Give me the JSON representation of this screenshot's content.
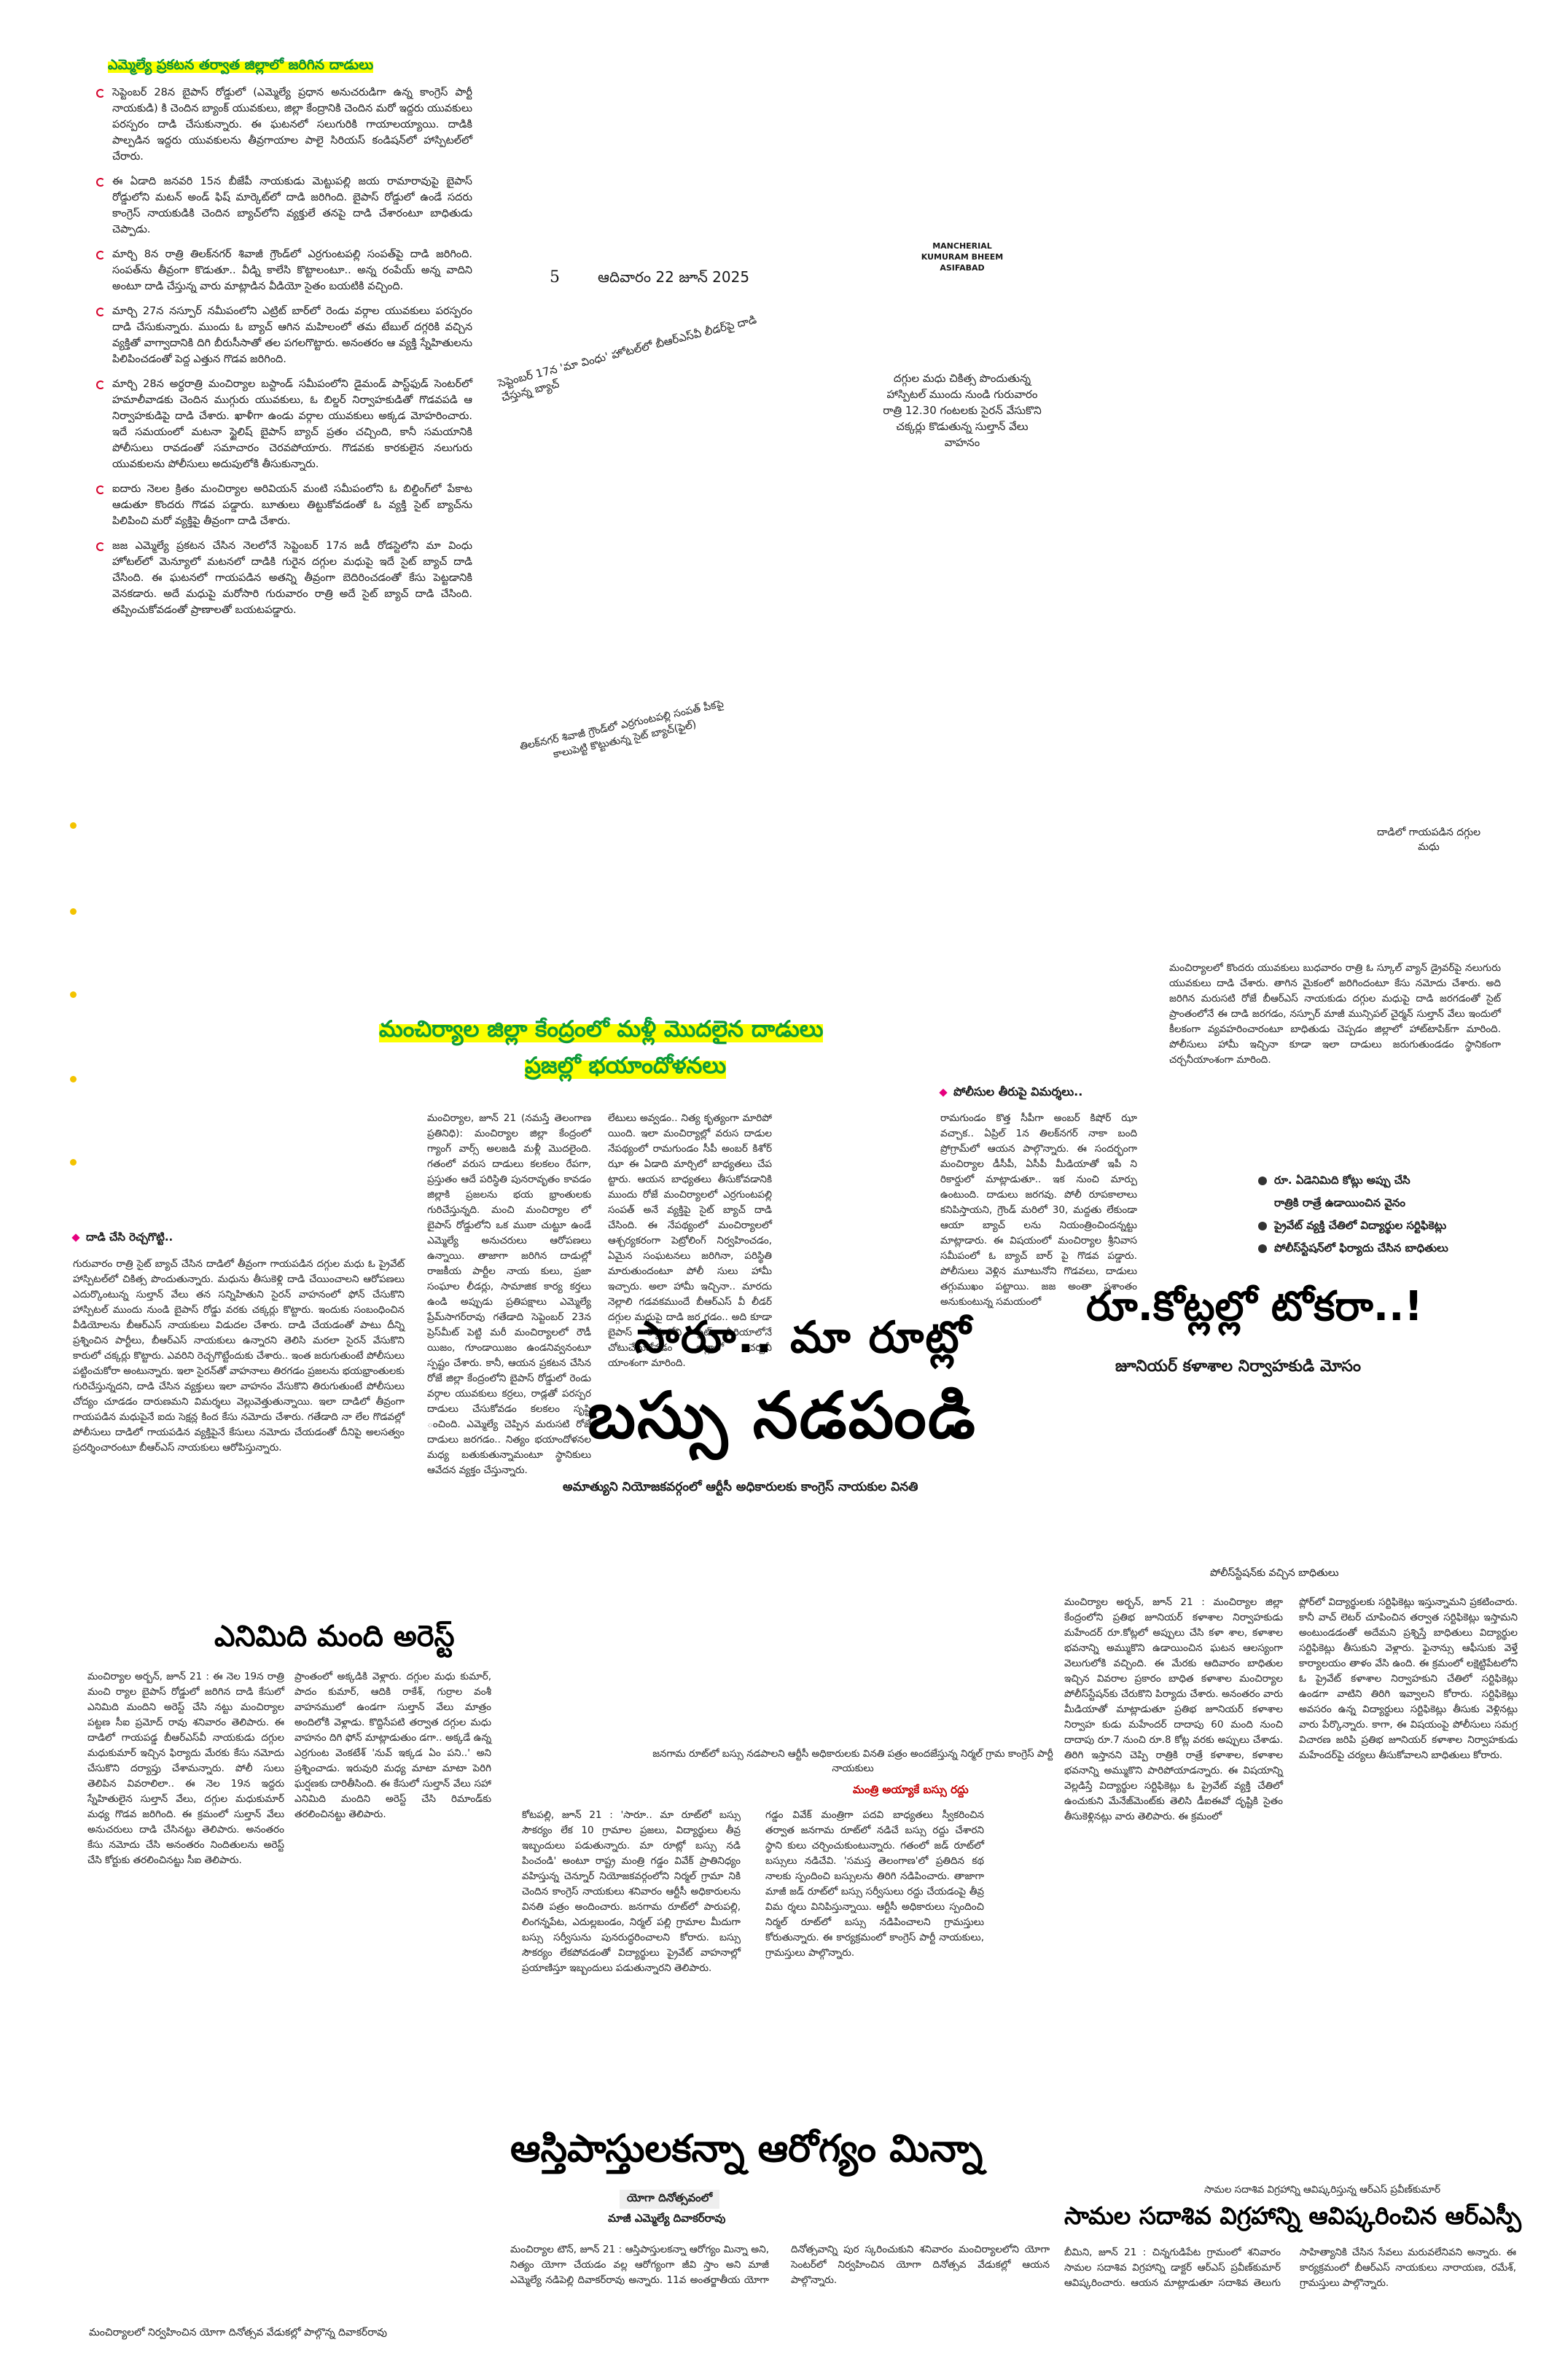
{
  "top_left": {
    "kicker": "ఎమ్మెల్యే ప్రకటన తర్వాత జిల్లాలో జరిగిన దాడులు",
    "items": [
      "సెప్టెంబర్ 28న బైపాస్ రోడ్డులో (ఎమ్మెల్యే ప్రధాన అనుచరుడిగా ఉన్న కాంగ్రెస్ పార్టీ నాయకుడి) కి చెందిన బ్యాంక్ యువకులు, జిల్లా కేంద్రానికి చెందిన మరో ఇద్దరు యువకులు పరస్పరం దాడి చేసుకున్నారు. ఈ ఘటనలో సలుగురికి గాయాలయ్యాయి. దాడికి పాల్పడిన ఇద్దరు యువకులను తీవ్రగాయాల పాలై సిరియస్ కండిషన్‌లో హాస్పిటల్‌లో చేరారు.",
      "ఈ ఏడాది జనవరి 15న బీజేపీ నాయకుడు మెట్టుపల్లి జయ రామారావుపై బైపాస్ రోడ్డులోని మటన్ అండ్ ఫిష్ మార్కెట్‌లో దాడి జరిగింది. బైపాస్ రోడ్డులో ఉండే సదరు కాంగ్రెస్ నాయకుడికి చెందిన బ్యాచ్‌లోని వ్యక్తులే తనపై దాడి చేశారంటూ బాధితుడు చెప్పాడు.",
      "మార్చి 8న రాత్రి తిలక్‌నగర్ శివాజీ గ్రౌండ్‌లో ఎర్రగుంటపల్లి సంపత్‌పై దాడి జరిగింది. సంపత్‌ను తీవ్రంగా కొడుతూ.. వీడ్ని కాలేసి కొట్టాలంటూ.. అన్న రంపేయ్ అన్న వాదిని అంటూ దాడి చేస్తున్న వారు మాట్లాడిన వీడియో సైతం బయటికి వచ్చింది.",
      "మార్చి 27న నస్పూర్ నమీపంలోని ఎట్రిట్ బార్‌లో రెండు వర్గాల యువకులు పరస్పరం దాడి చేసుకున్నారు. ముందు ఓ బ్యాచ్ ఆగిన మహిలంలో తమ టేబుల్ దగ్గరికి వచ్చిన వ్యక్తితో వాగ్వాదానికి దిగి బీరుసీసాతో తల పగలగొట్టారు. అనంతరం ఆ వ్యక్తి స్నేహితులను పిలిపించడంతో పెద్ద ఎత్తున గొడవ జరిగింది.",
      "మార్చి 28న అర్ధరాత్రి మంచిర్యాల బస్టాండ్ సమీపంలోని డైమండ్ పాస్ట్‌ఫుడ్ సెంటర్‌లో హమాలీవాడకు చెందిన ముగ్గురు యువకులు, ఓ బిల్డర్ నిర్వాహకుడితో గొడవపడి ఆ నిర్వాహకుడిపై దాడి చేశారు. ఖాళీగా ఉండు వర్గాల యువకులు అక్కడ మోహరించారు. ఇదే సమయంలో మటనా స్టైలిష్ బైపాస్ బ్యాచ్ ప్రతం చచ్చింది, కానీ సమయానికి పోలీసులు రావడంతో సమాచారం చెరవపోయారు. గొడవకు కారకులైన నలుగురు యువకులను పోలీసులు అదుపులోకి తీసుకున్నారు.",
      "ఐదారు నెలల క్రితం మంచిర్యాల అరివియన్ మంటి సమీపంలోని ఓ బిల్డింగ్‌లో పేకాట ఆడుతూ కొందరు గొడవ పడ్డారు. బూతులు తిట్టుకోవడంతో ఓ వ్యక్తి సైట్ బ్యాచ్‌ను పిలిపించి మరో వ్యక్తిపై తీవ్రంగా దాడి చేశారు.",
      "జజ ఎమ్మెల్యే ప్రకటన చేసిన నెలలోనే సెప్టెంబర్ 17న జడీ రోడస్టెలోని మా వింధు హోటల్‌లో మెన్యూలో మటనలో దాడికి గురైన దగ్గుల మధుపై ఇదే సైట్ బ్యాచ్ దాడి చేసింది. ఈ ఘటనలో గాయపడిన అతన్ని తీవ్రంగా బెదిరించడంతో కేసు పెట్టడానికి వెనకడారు. అదే మధుపై మరోసారి గురువారం రాత్రి అదే సైట్ బ్యాచ్ దాడి చేసింది. తప్పించుకోవడంతో ప్రాణాలతో బయటపడ్డారు."
    ]
  },
  "masthead": {
    "page_no": "5",
    "date": "ఆదివారం 22 జూన్ 2025",
    "edition_line1": "MANCHERIAL",
    "edition_line2": "KUMURAM BHEEM",
    "edition_line3": "ASIFABAD"
  },
  "photo_captions": {
    "rotated_top": "సెప్టెంబర్ 17న 'మా వింధు' హోటల్‌లో బీఆర్‌ఎస్‌వీ లీడర్‌పై దాడి చేస్తున్న బ్యాచ్",
    "hospital": "దగ్గుల మధు చికిత్స పొందుతున్న హాస్పిటల్ ముందు నుండి గురువారం రాత్రి 12.30 గంటలకు సైరన్ వేసుకొని చక్కర్లు కొడుతున్న సుల్తాన్ వేలు వాహనం",
    "rotated_bottom": "తిలక్‌నగర్ శివాజీ గ్రౌండ్‌లో ఎర్రగుంటపల్లి సంపత్ పీకపై కాలుపెట్టి కొట్టుతున్న సైట్ బ్యాచ్(ఫైల్)",
    "injured": "దాడిలో గాయపడిన దగ్గుల మధు"
  },
  "story_main": {
    "headline1": "మంచిర్యాల జిల్లా కేంద్రంలో మళ్లీ మొదలైన దాడులు",
    "headline2": "ప్రజల్లో భయాందోళనలు",
    "police_kicker": "పోలీసుల తీరుపై విమర్శలు..",
    "col1": "మంచిర్యాల, జూన్ 21 (నమస్తే తెలంగాణ ప్రతినిధి): మంచిర్యాల జిల్లా కేంద్రంలో గ్యాంగ్ వార్స్ అలజడి మళ్లీ మొదలైంది. గతంలో వరుస దాడులు కలకలం రేపగా, ప్రస్తుతం ఆదే పరిస్థితి పునరావృతం కావడం జిల్లాకి ప్రజలను భయ భ్రాంతులకు గురిచేస్తున్నది. మంచి మంచిర్యాల లో బైపాస్ రోడ్డులోని ఒక ముఠా చుట్టూ ఉండే ఎమ్మెల్యే అనుచరులు ఆరోపణలు ఉన్నాయి. తాజాగా జరిగిన దాడుల్లో రాజకీయ పార్టీల నాయ కులు, ప్రజా సంఘాల లీడర్లు, సామాజిక కార్య కర్తలు ఉండి అప్పుడు ప్రతిపక్షాలు ఎమ్మెల్యే ప్రేమ్‌సాగర్‌రావు గతేడాది సెప్టెంబర్ 23న ప్రెస్‌మీట్ పెట్టి మరీ మంచిర్యాలలో రౌడీ యిజం, గూండాయిజం ఉండనివ్వనంటూ స్పష్టం చేశారు. కానీ, ఆయన ప్రకటన చేసిన రోజే జిల్లా కేంద్రంలోని బైపాస్ రోడ్డులో రెండు వర్గాల యువకులు కర్రలు, రాడ్లతో పరస్పర దాడులు చేసుకోవడం కలకలం సృష్టి ంచింది. ఎమ్మెల్యే చెప్పిన మరుసటి రోజే దాడులు జరగడం.. నిత్యం భయాందోళనల మధ్య బతుకుతున్నామంటూ స్థానికులు ఆవేదన వ్యక్తం చేస్తున్నారు.",
    "col2": "లేటులు అవ్వడం.. నిత్య కృత్యంగా మారిపో యింది. ఇలా మంచిర్యాల్లో వరుస దాడుల నేపథ్యంలో రామగుండం సీపీ అంబర్ కిశోర్ ఝా ఈ ఏడాది మార్చిలో బాధ్యతలు చేప ట్టారు. ఆయన బాధ్యతలు తీసుకోవడానికి ముందు రోజే మంచిర్యాలలో ఎర్రగుంటపల్లి సంపత్ అనే వ్యక్తిపై సైట్ బ్యాచ్ దాడి చేసింది. ఈ నేపథ్యంలో మంచిర్యాలలో ఆశ్చర్యకరంగా పెట్రోలింగ్ నిర్వహించడం, ఏమైన సంఘటనలు జరిగినా, పరిస్థితి మారుతుందంటూ పోలీ సులు హామీ ఇచ్చారు. అలా హామీ ఇచ్చినా.. మారదు నెల్లాలి గడవకముందే బీఆర్‌ఎస్ వీ లీడర్ దగ్గుల మధుపై దాడి జర గడం.. అది కూడా బైపాస్ రోడ్డులోని సైట్ ఏరియాలోనే చోటుచేసుకోవడం జిల్లాలో చర్చనీ యాంశంగా మారింది.",
    "col3": "రామగుండం కొత్త సీపీగా అంబర్ కిషోర్ ఝా వచ్చాక.. ఏప్రిల్ 1న తిలక్‌నగర్ నాకా బంది ప్రోగ్రామ్‌లో ఆయన పాల్గొన్నారు. ఈ సందర్భంగా మంచిర్యాల డీసీపీ, ఏసీపీ మీడియాతో ఇపీ ని రికార్డులో మాట్లాడుతూ.. ఇక నుంచి మార్పు ఉంటుంది. దాడులు జరగవు. పోలీ రూపకాలాలు కనిపిస్తాయని, గ్రౌండ్ మరిలో 30, మద్దతు లేకుండా ఆయా బ్యాచ్ లను నియంత్రించిందన్నట్టు మాట్లాడారు. ఈ విషయంలో మంచిర్యాల శ్రీనివాస సమీపంలో ఓ బ్యాచ్ బార్ పై గొడవ పడ్డారు. పోలీసులు వెళ్లిన మూటునోని గొడవలు, దాడులు తగ్గుముఖం పట్టాయి. జజ అంతా ప్రశాంతం అనుకుంటున్న సమయంలో"
  },
  "dadi_box": {
    "kicker": "దాడి చేసి రెచ్చగొట్టి..",
    "body": "గురువారం రాత్రి సైట్ బ్యాచ్ చేసిన దాడిలో తీవ్రంగా గాయపడిన దగ్గుల మధు ఓ ప్రైవేట్ హాస్పిటల్‌లో చికిత్స పొందుతున్నారు. మధును తీసుకెళ్లి దాడి చేయించాలని ఆరోపణలు ఎదుర్కొంటున్న సుల్తాన్ వేలు తన సన్నిహితుని సైరన్ వాహనంలో ఫోన్ చేసుకొని హాస్పిటల్ ముందు నుండి బైపాస్ రోడ్డు వరకు చక్కర్లు కొట్టారు. ఇందుకు సంబంధించిన వీడియోలను బీఆర్ఎస్ నాయకులు విడుదల చేశారు. దాడి చేయడంతో పాటు దీన్ని ప్రశ్నించిన పార్టీలు, బీఆర్ఎస్ నాయకులు ఉన్నారని తెలిసి మరలా సైరన్ వేసుకొని కారులో చక్కర్లు కొట్టారు. ఎవరిని రెచ్చగొట్టేందుకు చేశారు.. ఇంత జరుగుతుంటే పోలీసులు పట్టించుకోరా అంటున్నారు. ఇలా సైరన్‌తో వాహనాలు తిరగడం ప్రజలను భయభ్రాంతులకు గురిచేస్తున్నదని, దాడి చేసిన వ్యక్తులు ఇలా వాహనం వేసుకొని తిరుగుతుంటే పోలీసులు చోద్యం చూడడం దారుణమని విమర్శలు వెల్లువెత్తుతున్నాయి. ఇలా దాడిలో తీవ్రంగా గాయపడిన మధుపైనే ఐదు సెక్షన్ల కింద కేసు నమోదు చేశారు. గతేడాది నా లేల గొడవల్లో పోలీసులు దాడిలో గాయపడిన వ్యక్తిపైనే కేసులు నమోదు చేయడంతో దీనిపై అలసత్వం ప్రదర్శించారంటూ బీఆర్ఎస్ నాయకులు ఆరోపిస్తున్నారు."
  },
  "crore_story": {
    "intro": "మంచిర్యాలలో కొందరు యువకులు బుధవారం రాత్రి ఓ స్కూల్ వ్యాన్ డ్రైవర్‌పై నలుగురు యువకులు దాడి చేశారు. తాగిన మైకంలో జరిగిందంటూ కేసు నమోదు చేశారు. అది జరిగిన మరుసటి రోజే బీఆర్ఎస్ నాయకుడు దగ్గుల మధుపై దాడి జరగడంతో సైట్ ప్రాంతంలోనే ఈ దాడి జరగడం, నస్పూర్ మాజీ మున్సిపల్ చైర్మన్ సుల్తాన్ వేలు ఇందులో కీలకంగా వ్యవహరించారంటూ బాధితుడు చెప్పడం జిల్లాలో హాట్‌టాపిక్‌గా మారింది. పోలీసులు హామీ ఇచ్చినా కూడా ఇలా దాడులు జరుగుతుండడం స్థానికంగా చర్చనీయాంశంగా మారింది.",
    "bullets": [
      "రూ. ఏడెనిమిది కోట్లు అప్పు చేసి",
      "రాత్రికి రాత్రే ఉడాయించిన వైనం",
      "ప్రైవేట్ వ్యక్తి చేతిలో విద్యార్థుల సర్టిఫికెట్లు",
      "పోలీస్‌స్టేషన్‌లో ఫిర్యాదు చేసిన బాధితులు"
    ],
    "headline": "రూ.కోట్లల్లో టోకరా..!",
    "subhead": "జూనియర్ కళాశాల నిర్వాహకుడి మోసం",
    "kicker": "పోలీస్‌స్టేషన్‌కు వచ్చిన బాధితులు",
    "col1": "మంచిర్యాల అర్బన్, జూన్ 21 : మంచిర్యాల జిల్లా కేంద్రంలోని ప్రతిభ జూనియర్ కళాశాల నిర్వాహకుడు మహేందర్ రూ.కోట్లలో అప్పులు చేసి కళా శాల, కళాశాల భవనాన్ని అమ్ముకొని ఉడాయించిన ఘటన ఆలస్యంగా వెలుగులోకి వచ్చింది. ఈ మేరకు ఆదివారం బాధితుల ఇచ్చిన వివరాల ప్రకారం బాధిత కళాశాల మంచిర్యాల పోలీస్‌స్టేషన్‌కు చేరుకొని పిర్యాదు చేశారు. అనంతరం వారు మీడియాతో మాట్లాడుతూ ప్రతిభ జూనియర్ కళాశాల నిర్వాహ కుడు మహేందర్ దాదాపు 60 మంది నుంచి దాదాపు రూ.7 నుంచి రూ.8 కోట్ల వరకు అప్పులు చేశాడు. తిరిగి ఇస్తానని చెప్పి రాత్రికి రాత్రే కళాశాల, కళాశాల భవనాన్ని అమ్ముకొని పారిపోయాడన్నారు. ఈ విషయాన్ని వెల్లడిస్తే విద్యార్థుల సర్టిఫికెట్లు ఓ ప్రైవేట్ వ్యక్తి చేతిలో ఉంచుకుని మేనేజ్‌మెంట్‌కు తెలిసి డీఐఈవో దృష్టికి సైతం తీసుకెళ్లినట్లు వారు తెలిపారు. ఈ క్రమంలో",
    "col2": "ప్లోర్‌లో విద్యార్థులకు సర్టిఫికెట్లు ఇస్తున్నామని ప్రకటించారు. కానీ వాచ్‌ లెటర్ చూపించిన తర్వాత సర్టిఫికెట్లు ఇస్తామని అంటుండడంతో అదేమని ప్రశ్నిస్తే బాధితులు విద్యార్థుల సర్టిఫికెట్లు తీసుకుని వెళ్లారు. ఫైనాన్సు ఆఫీసుకు వెళ్తే కార్యాలయం తాళం వేసి ఉంది. ఈ క్రమంలో లక్షెట్టిపేటలోని ఓ ప్రైవేట్ కళాశాల నిర్వాహకుని చేతిలో సర్టిఫికెట్లు ఉండగా వాటిని తిరిగి ఇవ్వాలని కోరారు. సర్టిఫికెట్లు అవసరం ఉన్న విద్యార్థులు సర్టిఫికెట్లు తీసుకు వెళ్లినట్లు వారు పేర్కొన్నారు. కాగా, ఈ విషయంపై పోలీసులు సమగ్ర విచారణ జరిపి ప్రతిభ జూనియర్ కళాశాల నిర్వాహకుడు మహేందర్‌పై చర్యలు తీసుకోవాలని బాధితులు కోరారు."
  },
  "bus_story": {
    "headline1": "సారూ.. మా రూట్లో",
    "headline2": "బస్సు నడపండి",
    "subhead": "అమాత్యుని నియోజకవర్గంలో ఆర్టీసీ అధికారులకు కాంగ్రెస్ నాయకుల వినతి",
    "photo_caption": "జనగామ రూట్‌లో బస్సు నడపాలని ఆర్టీసీ అధికారులకు వినతి పత్రం అందజేస్తున్న నిర్మల్ గ్రామ కాంగ్రెస్ పార్టీ నాయకులు",
    "kicker": "మంత్రి అయ్యాకే బస్సు రద్దు",
    "col1": "కోటపల్లి, జూన్ 21 : 'సారూ.. మా రూట్‌లో బస్సు సౌకర్యం లేక 10 గ్రామాల ప్రజలు, విద్యార్థులు తీవ్ర ఇబ్బందులు పడుతున్నారు. మా రూట్లో బస్సు నడి పించండి' అంటూ రాష్ట్ర మంత్రి గడ్డం వివేక్ ప్రాతినిధ్యం వహిస్తున్న చెన్నూర్ నియోజకవర్గంలోని నిర్మల్ గ్రామా నికి చెందిన కాంగ్రెస్ నాయకులు శనివారం ఆర్టీసీ అధికారులను వినతి పత్రం అందించారు. జనగామ రూట్‌లో పారుపల్లి, లింగన్నపేట, ఎదుల్లబండం, నిర్మల్ పల్లి గ్రామాల మీదుగా బస్సు సర్వీసును పునరుద్ధరించాలని కోరారు. బస్సు సౌకర్యం లేకపోవడంతో విద్యార్థులు ప్రైవేట్ వాహనాల్లో ప్రయాణిస్తూ ఇబ్బందులు పడుతున్నారని తెలిపారు.",
    "col2": "గడ్డం వివేక్ మంత్రిగా పదవి బాధ్యతలు స్వీకరించిన తర్వాత జనగామ రూట్‌లో నడిచే బస్సు రద్దు చేశారని స్థాని కులు చర్చించుకుంటున్నారు. గతంలో జడ్ రూట్‌లో బస్సులు నడిచేవి. 'సమస్త తెలంగాణ'లో ప్రతిదిన కథ నాలకు స్పందించి బస్సులను తిరిగి నడిపించారు. తాజాగా మాజీ జడ్ రూట్‌లో బస్సు సర్వీసులు రద్దు చేయడంపై తీవ్ర విమ ర్శలు వినిపిస్తున్నాయి. ఆర్టీసీ అధికారులు స్పందించి నిర్మల్ రూట్‌లో బస్సు నడిపించాలని గ్రామస్తులు కోరుతున్నారు. ఈ కార్యక్రమంలో కాంగ్రెస్ పార్టీ నాయకులు, గ్రామస్తులు పాల్గొన్నారు."
  },
  "arrest_story": {
    "headline": "ఎనిమిది మంది అరెస్ట్",
    "col1": "మంచిర్యాల అర్బన్, జూన్ 21 : ఈ నెల 19న రాత్రి మంచి ర్యాల బైపాస్ రోడ్డులో జరిగిన దాడి కేసులో ఎనిమిది మందిని అరెస్ట్ చేసి నట్టు మంచిర్యాల పట్టణ సీఐ ప్రమోద్ రావు శనివారం తెలిపారు. ఈ దాడిలో గాయపడ్డ బీఆర్‌ఎస్‌వీ నాయకుడు దగ్గుల మధుకుమార్ ఇచ్చిన ఫిర్యాదు మేరకు కేసు నమోదు చేసుకొని దర్యాప్తు చేశామన్నారు. పోలీ సులు తెలిపిన వివరాలిలా.. ఈ నెల 19న ఇద్దరు స్నేహితులైన సుల్తాన్ వేలు, దగ్గుల మధుకుమార్ మధ్య గొడవ జరిగింది. ఈ క్రమంలో సుల్తాన్ వేలు అనుచరులు దాడి చేసినట్టు తెలిపారు. అనంతరం కేసు నమోదు చేసి అనంతరం నిందితులను అరెస్ట్ చేసి కోర్టుకు తరలించినట్టు సీఐ తెలిపారు.",
    "col2": "ప్రాంతంలో అక్కడికి వెళ్లారు. దగ్గుల మధు కుమార్, పాదం కుమార్, ఆదికి రాకేశ్, గుర్రాల వంశీ వాహనములో ఉండగా సుల్తాన్ వేలు మాత్రం అందిలోకి వెళ్లాడు. కొద్దిసేపటి తర్వాత దగ్గుల మధు వాహనం దిగి ఫోన్ మాట్లాడుతుం డగా.. అక్కడే ఉన్న ఎర్రగుంట వెంకటేశ్ 'నువ్ ఇక్కడ ఏం పని..' అని ప్రశ్నించాడు. ఇరువురి మధ్య మాటా మాటా పెరిగి ఘర్షణకు దారితీసింది. ఈ కేసులో సుల్తాన్ వేలు సహా ఎనిమిది మందిని అరెస్ట్ చేసి రిమాండ్‌కు తరలించినట్టు తెలిపారు."
  },
  "health_story": {
    "headline": "ఆస్తిపాస్తులకన్నా ఆరోగ్యం మిన్నా",
    "sub1": "యోగా దినోత్సవంలో",
    "sub2": "మాజీ ఎమ్మెల్యే దివాకర్‌రావు",
    "body": "మంచిర్యాల టౌన్, జూన్ 21 : ఆస్తిపాస్తులకన్నా ఆరోగ్యం మిన్నా అని, నిత్యం యోగా చేయడం వల్ల ఆరోగ్యంగా జీవి స్తాం అని మాజీ ఎమ్మెల్యే నడిపెల్లి దివాకర్‌రావు అన్నారు. 11వ అంతర్జాతీయ యోగా దినోత్సవాన్ని పుర స్కరించుకుని శనివారం మంచిర్యాలలోని యోగా సెంటర్‌లో నిర్వహించిన యోగా దినోత్సవ వేడుకల్లో ఆయన పాల్గొన్నారు.",
    "photo_caption": "మంచిర్యాలలో నిర్వహించిన యోగా దినోత్సవ వేడుకల్లో పాల్గొన్న దివాకర్‌రావు"
  },
  "statue_story": {
    "caption": "సామల సదాశివ విగ్రహాన్ని ఆవిష్కరిస్తున్న ఆర్ఎస్ ప్రవీణ్‌కుమార్",
    "headline": "సామల సదాశివ విగ్రహాన్ని ఆవిష్కరించిన ఆర్ఎస్పీ",
    "body": "బీమిని, జూన్ 21 : చిన్నగుడిపేట గ్రామంలో శనివారం సామల సదాశివ విగ్రహాన్ని డాక్టర్ ఆర్ఎస్ ప్రవీణ్‌కుమార్ ఆవిష్కరించారు. ఆయన మాట్లాడుతూ సదాశివ తెలుగు సాహిత్యానికి చేసిన సేవలు మరువలేనివని అన్నారు. ఈ కార్యక్రమంలో బీఆర్ఎస్ నాయకులు నారాయణ, రమేశ్, గ్రామస్తులు పాల్గొన్నారు."
  }
}
